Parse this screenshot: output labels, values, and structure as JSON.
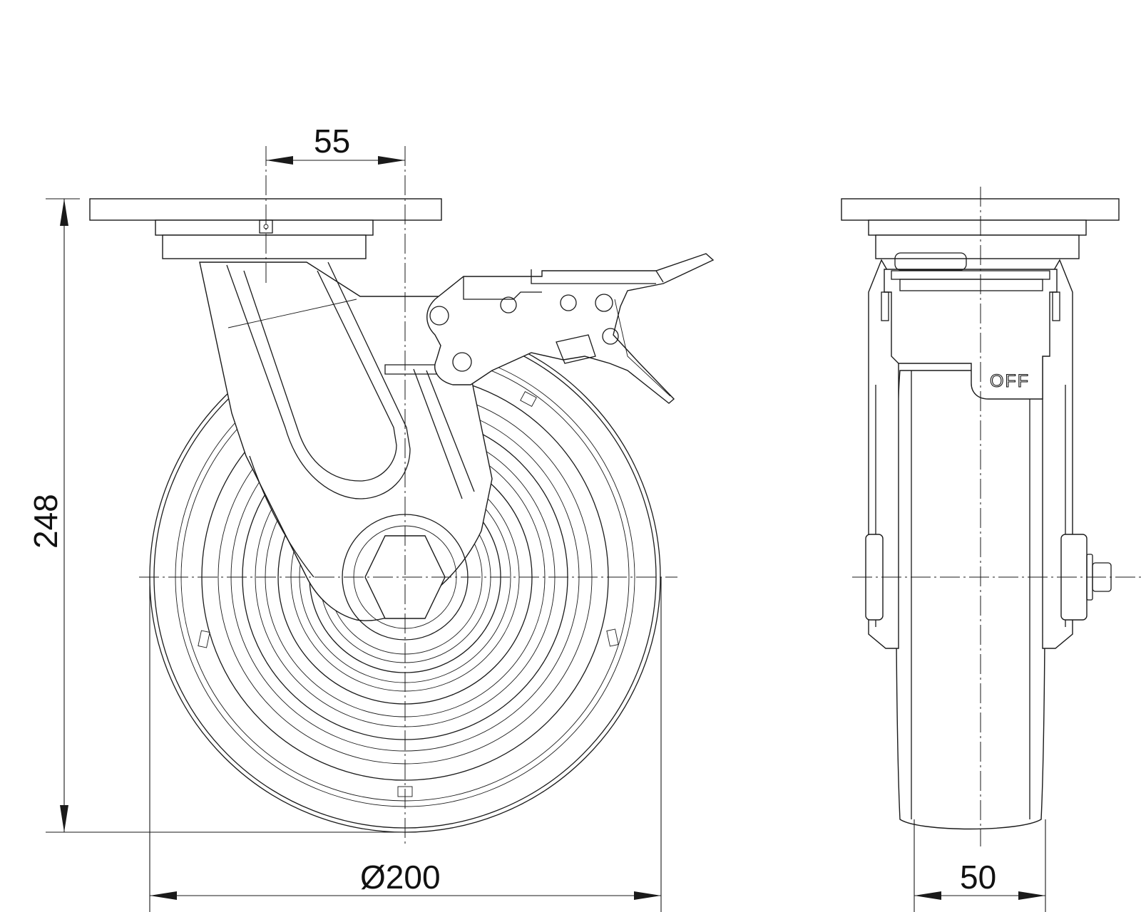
{
  "dimensions": {
    "offset": "55",
    "height": "248",
    "diameter": "Ø200",
    "width": "50"
  },
  "labels": {
    "brake_state": "OFF"
  }
}
